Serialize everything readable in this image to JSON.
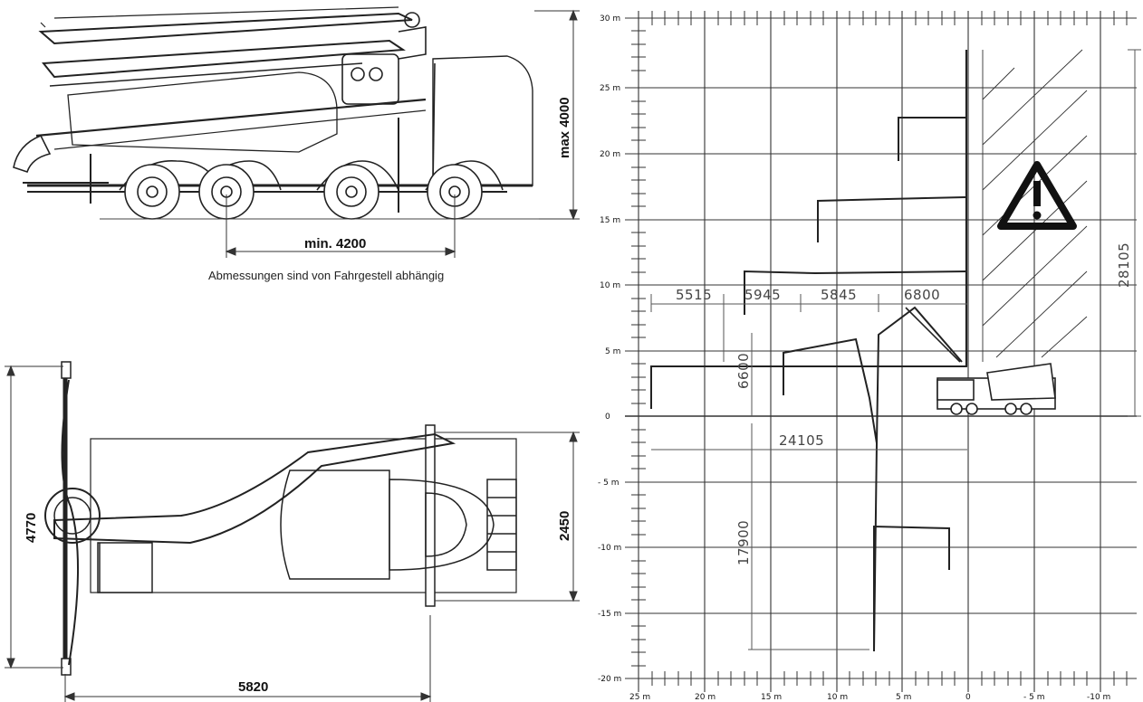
{
  "side_view": {
    "height_dim": "max 4000",
    "wheelbase_dim": "min. 4200",
    "note": "Abmessungen sind von Fahrgestell abhängig"
  },
  "top_view": {
    "outrigger_span": "4770",
    "vehicle_width": "2450",
    "outrigger_length": "5820"
  },
  "reach_diagram": {
    "y_ticks": [
      {
        "label": "30 m"
      },
      {
        "label": "25 m"
      },
      {
        "label": "20 m"
      },
      {
        "label": "15 m"
      },
      {
        "label": "10 m"
      },
      {
        "label": "5 m"
      },
      {
        "label": "0"
      },
      {
        "label": "- 5 m"
      },
      {
        "label": "-10 m"
      },
      {
        "label": "-15 m"
      },
      {
        "label": "-20 m"
      }
    ],
    "x_ticks": [
      {
        "label": "25 m"
      },
      {
        "label": "20 m"
      },
      {
        "label": "15 m"
      },
      {
        "label": "10 m"
      },
      {
        "label": "5 m"
      },
      {
        "label": "0"
      },
      {
        "label": "- 5 m"
      },
      {
        "label": "-10 m"
      }
    ],
    "dims": {
      "seg1": "5515",
      "seg2": "5945",
      "seg3": "5845",
      "seg4": "6800",
      "height_low": "6600",
      "horizontal_reach": "24105",
      "depth_reach": "17900",
      "max_height": "28105"
    },
    "warning_icon": "warning-triangle-icon"
  }
}
